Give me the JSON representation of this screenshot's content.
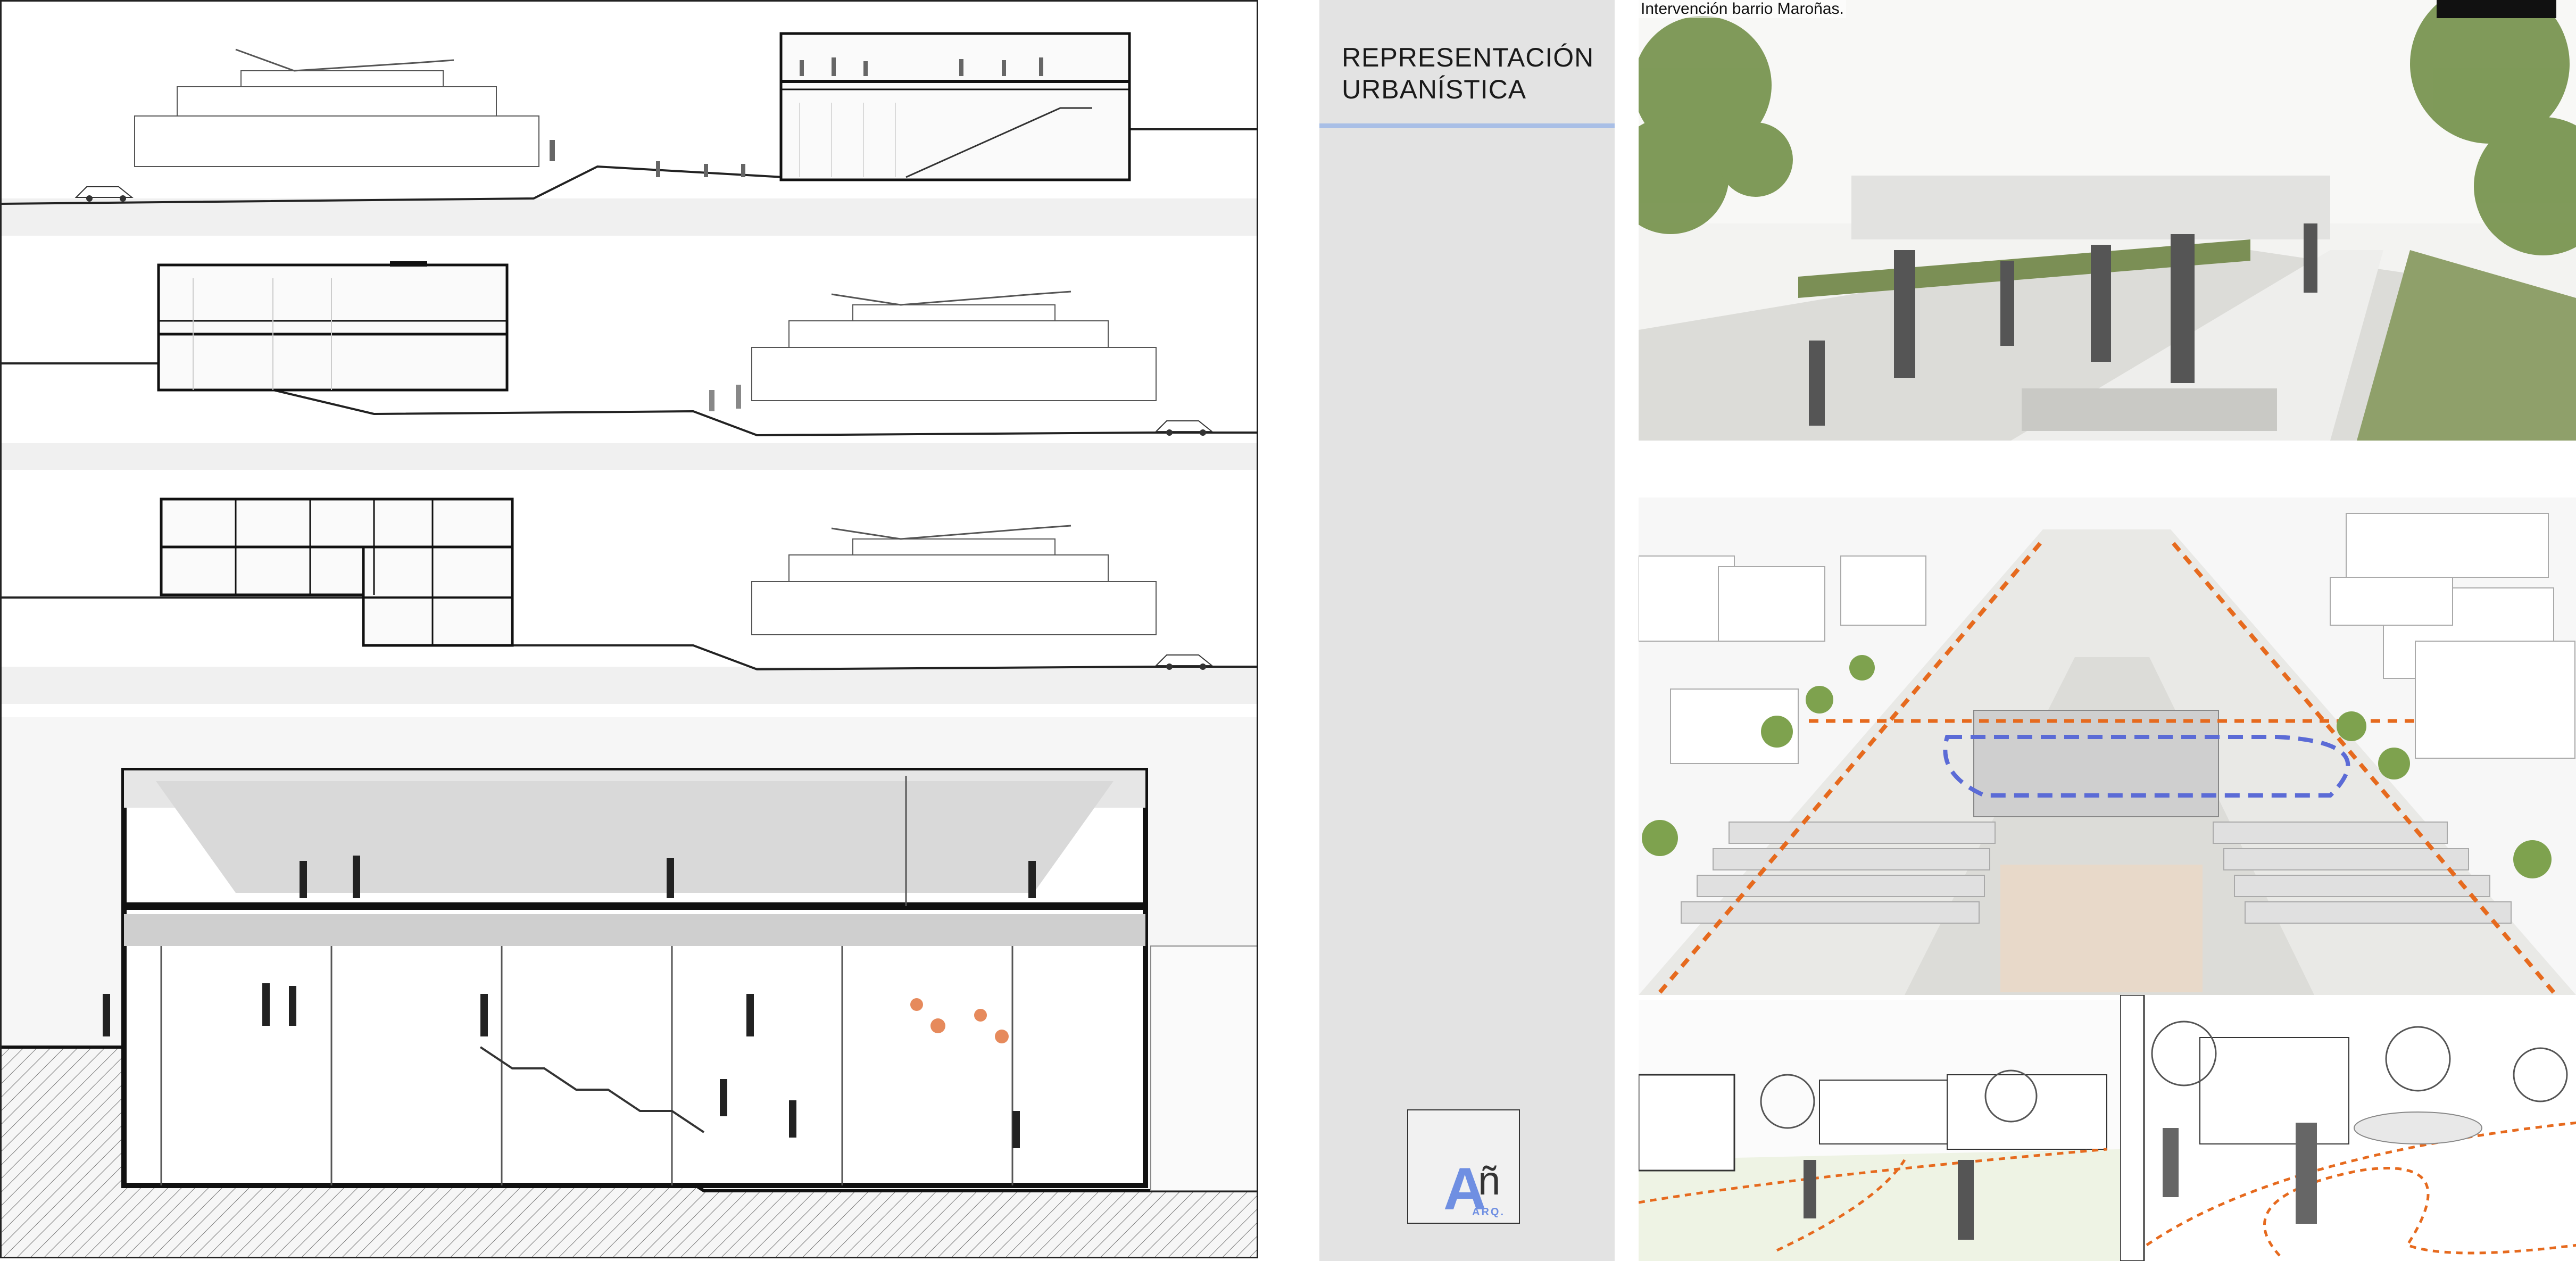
{
  "sheet": {
    "title_line1": "REPRESENTACIÓN",
    "title_line2": "URBANÍSTICA",
    "accent_color": "#a9bfe6",
    "panel_color": "#e3e3e3"
  },
  "logo": {
    "letter": "A",
    "letter_accent": "ñ",
    "subtext": "ARQ.",
    "color": "#6f8fe2"
  },
  "renders": {
    "top_caption": "Intervención barrio Maroñas."
  },
  "icons": [
    "people-silhouette-icon",
    "car-icon",
    "tree-icon"
  ]
}
